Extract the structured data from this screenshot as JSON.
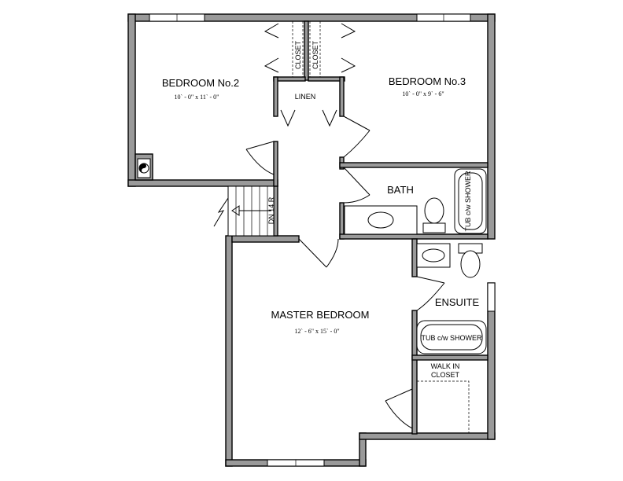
{
  "rooms": {
    "bedroom2": {
      "name": "BEDROOM No.2",
      "size": "10` - 0\" x 11` - 0\""
    },
    "bedroom3": {
      "name": "BEDROOM No.3",
      "size": "10` - 0\" x 9` - 6\""
    },
    "master": {
      "name": "MASTER BEDROOM",
      "size": "12` - 6\" x 15` - 0\""
    },
    "bath": {
      "name": "BATH"
    },
    "ensuite": {
      "name": "ENSUITE"
    },
    "linen": {
      "name": "LINEN"
    },
    "closet_left": {
      "name": "CLOSET"
    },
    "closet_right": {
      "name": "CLOSET"
    },
    "walk_in": {
      "line1": "WALK IN",
      "line2": "CLOSET"
    }
  },
  "stairs": {
    "label": "DN 14 R"
  },
  "fixtures": {
    "bath_tub": "TUB c/w SHOWER",
    "ensuite_tub": "TUB c/w SHOWER"
  }
}
